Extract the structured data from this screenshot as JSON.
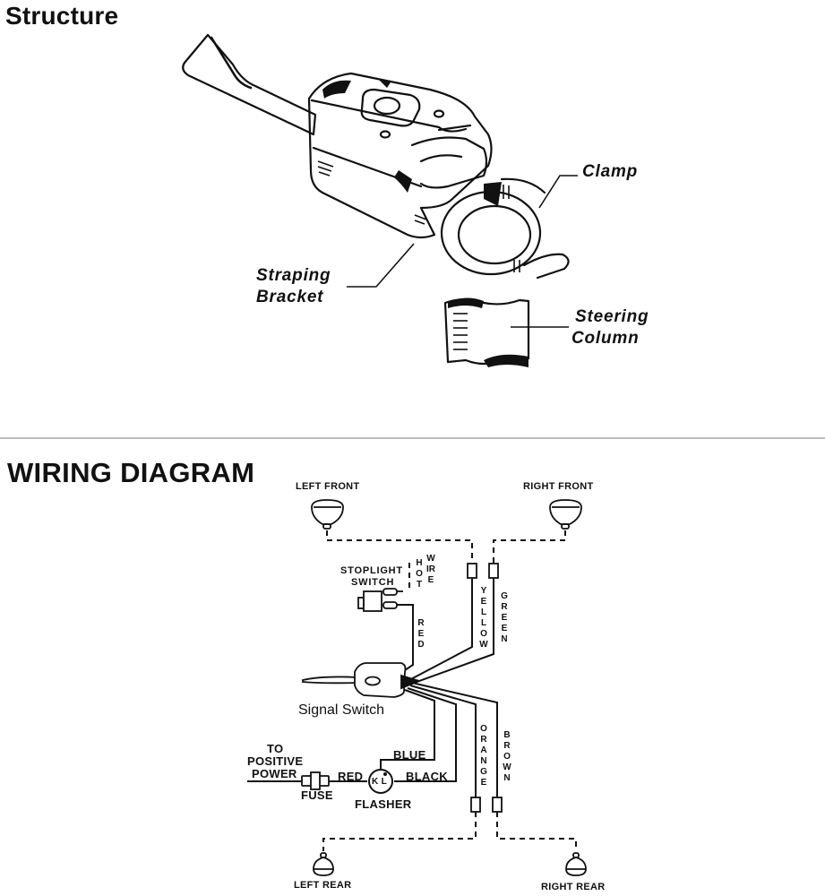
{
  "structure": {
    "title": "Structure",
    "callouts": {
      "clamp": "Clamp",
      "bracket_line1": "Straping",
      "bracket_line2": "Bracket",
      "column_line1": "Steering",
      "column_line2": "Column"
    }
  },
  "wiring": {
    "title": "WIRING DIAGRAM",
    "lamps": {
      "left_front": "LEFT FRONT",
      "right_front": "RIGHT FRONT",
      "left_rear": "LEFT REAR",
      "right_rear": "RIGHT REAR"
    },
    "stoplight_line1": "STOPLIGHT",
    "stoplight_line2": "SWITCH",
    "hot": "HOT",
    "wire": "WIRE",
    "wires": {
      "red_top": "RED",
      "yellow": "YELLOW",
      "green": "GREEN",
      "orange": "ORANGE",
      "brown": "BROWN",
      "blue": "BLUE",
      "black": "BLACK",
      "red_bottom": "RED"
    },
    "signal_switch": "Signal Switch",
    "power_line1": "TO",
    "power_line2": "POSITIVE",
    "power_line3": "POWER",
    "fuse": "FUSE",
    "flasher": "FLASHER",
    "flasher_terminals": "K L"
  }
}
